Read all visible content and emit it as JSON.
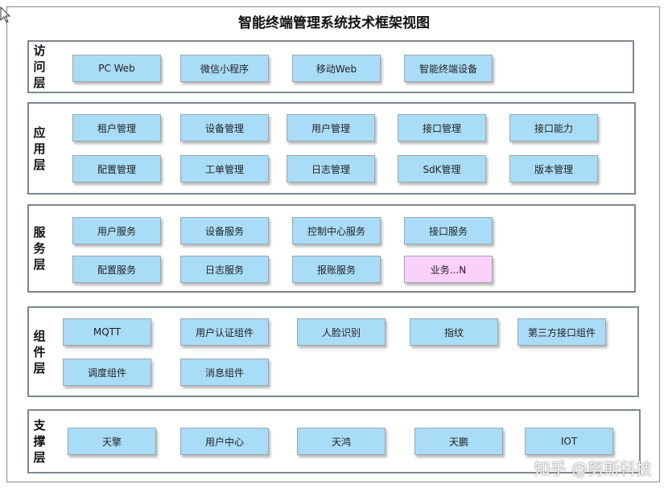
{
  "title": "智能终端管理系统技术框架视图",
  "layers": {
    "access": {
      "label": "访问层",
      "items": [
        "PC Web",
        "微信小程序",
        "移动Web",
        "智能终端设备"
      ]
    },
    "app": {
      "label": "应用层",
      "row1": [
        "租户管理",
        "设备管理",
        "用户管理",
        "接口管理",
        "接口能力"
      ],
      "row2": [
        "配置管理",
        "工单管理",
        "日志管理",
        "SdK管理",
        "版本管理"
      ]
    },
    "service": {
      "label": "服务层",
      "row1": [
        "用户服务",
        "设备服务",
        "控制中心服务",
        "接口服务"
      ],
      "row2": [
        "配置服务",
        "日志服务",
        "报账服务",
        "业务...N"
      ]
    },
    "component": {
      "label": "组件层",
      "row1": [
        "MQTT",
        "用户认证组件",
        "人脸识别",
        "指纹",
        "第三方接口组件"
      ],
      "row2": [
        "调度组件",
        "消息组件"
      ]
    },
    "support": {
      "label": "支撑层",
      "items": [
        "天擎",
        "用户中心",
        "天鸿",
        "天鹏",
        "IOT"
      ]
    }
  },
  "colors": {
    "box": "#a9dcf6",
    "highlight_box": "#fbd0fb",
    "border": "#7e8790"
  },
  "watermark": "知乎 @努斯科技"
}
